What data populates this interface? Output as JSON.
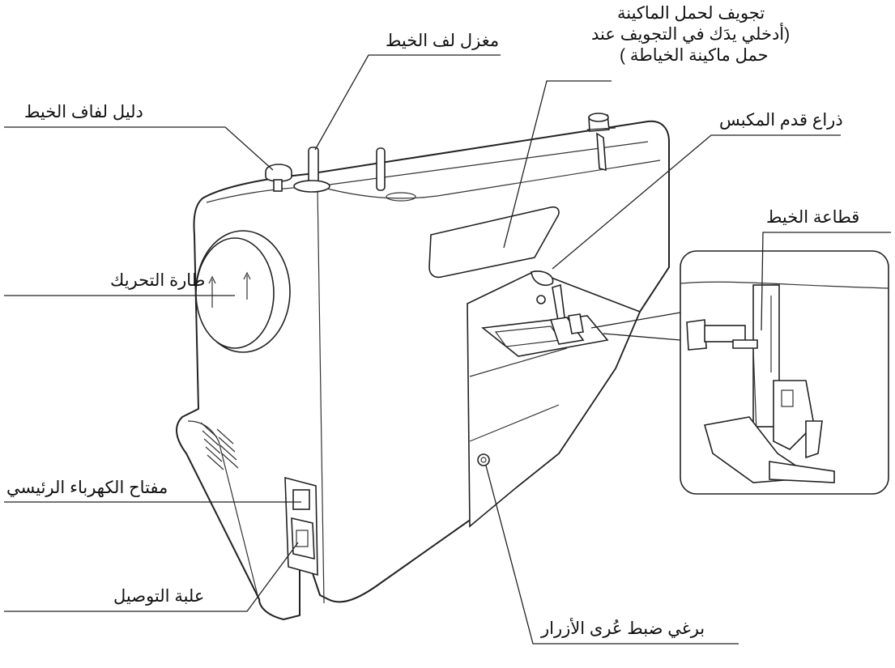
{
  "labels": {
    "thread_guide_winding": "دليل لفاف الخيط",
    "bobbin_spindle": "مغزل لف الخيط",
    "carry_handle_line1": "تجويف لحمل الماكينة",
    "carry_handle_line2": "(أدخلي يدَك في التجويف عند",
    "carry_handle_line3": "حمل ماكينة الخياطة )",
    "presser_foot_lever": "ذراع قدم المكبس",
    "thread_cutter": "قطاعة الخيط",
    "handwheel": "طارة التحريك",
    "main_power_switch": "مفتاح الكهرباء الرئيسي",
    "power_socket": "علبة التوصيل",
    "buttonhole_screw": "برغي ضبط عُرى الأزرار"
  },
  "colors": {
    "ink": "#222222",
    "background": "#ffffff"
  }
}
